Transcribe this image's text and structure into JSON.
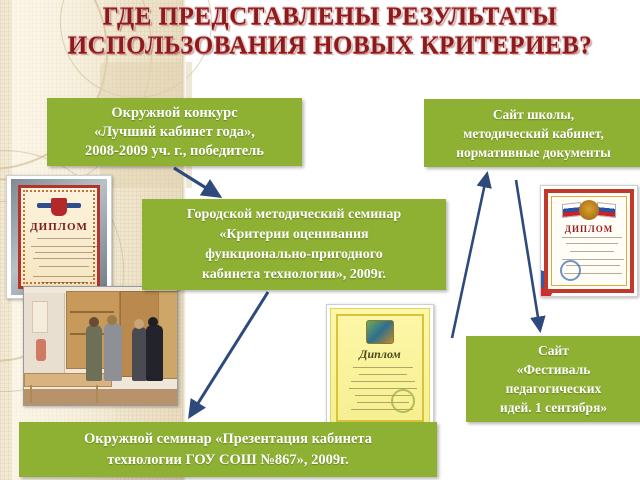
{
  "slide": {
    "title": "ГДЕ ПРЕДСТАВЛЕНЫ РЕЗУЛЬТАТЫ\nИСПОЛЬЗОВАНИЯ НОВЫХ КРИТЕРИЕВ?",
    "title_color": "#8d1b1b",
    "box_color": "#8eb033",
    "background_color": "#ffffff",
    "band_color": "#f2e9d4",
    "arrow_color": "#2e4a7d"
  },
  "boxes": [
    {
      "id": "okr-konkurs",
      "text": "Окружной конкурс\n«Лучший кабинет года»,\n2008-2009 уч. г., победитель"
    },
    {
      "id": "sait-shkoly",
      "text": "Сайт школы,\nметодический кабинет,\nнормативные документы"
    },
    {
      "id": "gorod-seminar",
      "text": "Городской методический семинар\n«Критерии оценивания\nфункционально-пригодного\nкабинета технологии»,  2009г."
    },
    {
      "id": "sait-festival",
      "text": "Сайт\n«Фестиваль\nпедагогических\nидей. 1 сентября»"
    },
    {
      "id": "okr-seminar",
      "text": "Окружной семинар «Презентация кабинета\nтехнологии ГОУ СОШ №867»,  2009г."
    }
  ],
  "images": [
    {
      "id": "diploma-left",
      "caption": "ДИПЛОМ"
    },
    {
      "id": "diploma-right",
      "caption": "ДИПЛОМ"
    },
    {
      "id": "diploma-center",
      "caption": "Диплом"
    },
    {
      "id": "classroom",
      "caption": ""
    }
  ],
  "arrows": [
    {
      "id": "arrow-konkurs-to-seminar",
      "direction": "down-right"
    },
    {
      "id": "arrow-up-to-sait-shkoly",
      "direction": "up"
    },
    {
      "id": "arrow-down-to-festival",
      "direction": "down"
    },
    {
      "id": "arrow-down-to-okr-seminar",
      "direction": "down-left"
    }
  ]
}
